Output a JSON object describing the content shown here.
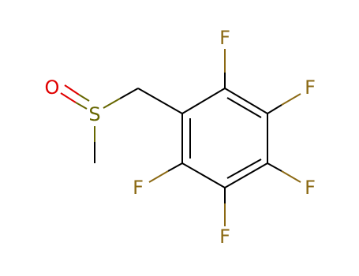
{
  "molecule": {
    "atoms": {
      "o": "O",
      "s": "S",
      "f_top": "F",
      "f_upper_right": "F",
      "f_lower_right": "F",
      "f_bottom": "F",
      "f_left": "F"
    },
    "colors": {
      "carbon_bond": "#000000",
      "fluorine": "#8B6914",
      "sulfur": "#666600",
      "oxygen": "#E00000"
    }
  }
}
